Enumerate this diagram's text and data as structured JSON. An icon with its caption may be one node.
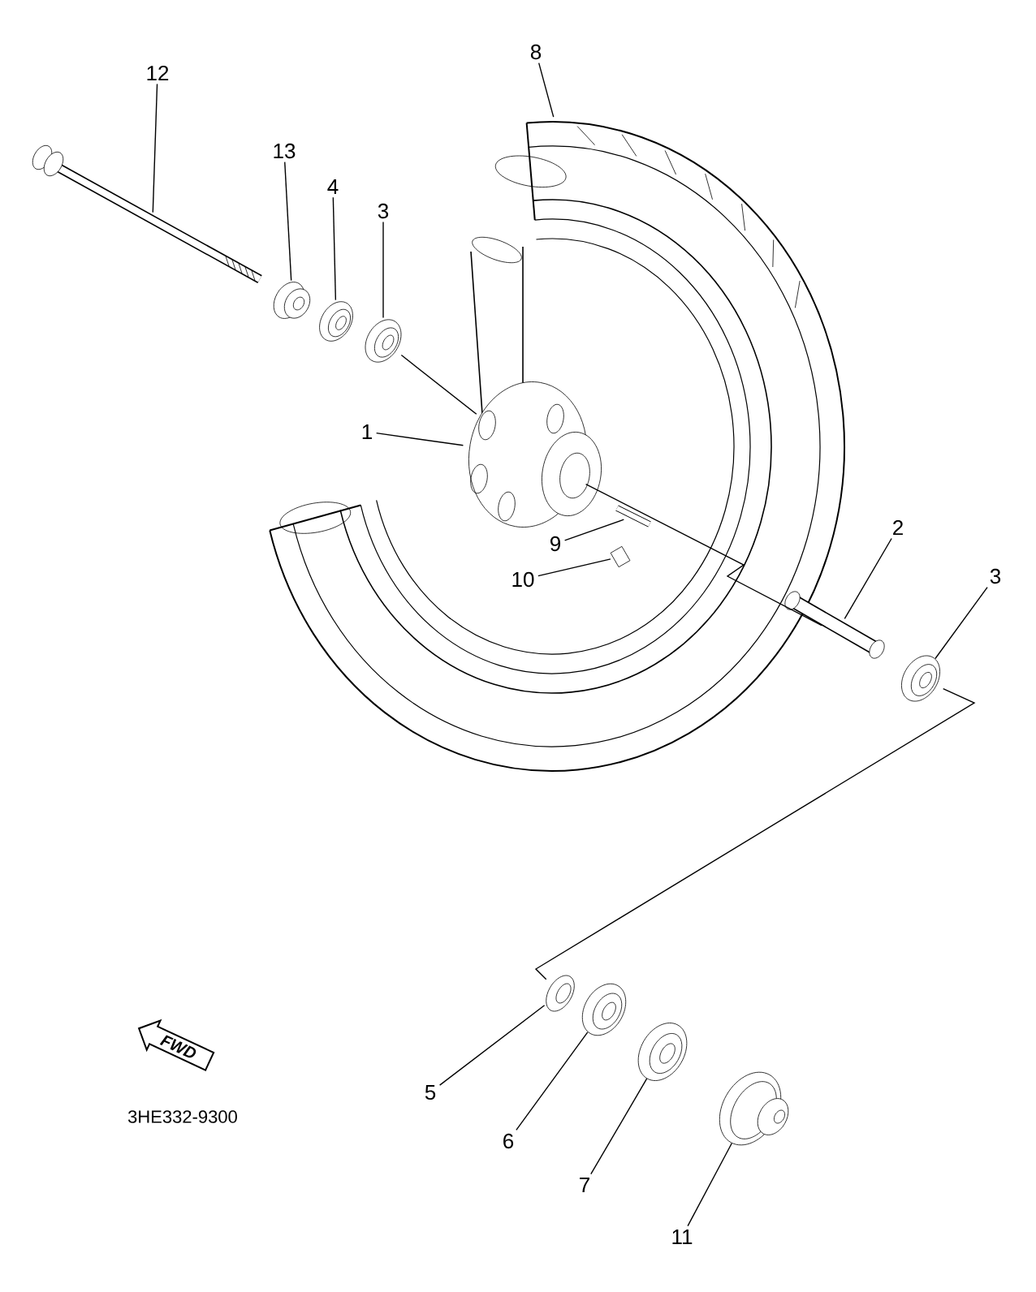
{
  "diagram": {
    "nodes": [
      {
        "text": [
          "12"
        ]
      },
      {
        "text": [
          "13"
        ]
      },
      {
        "text": [
          "4"
        ]
      },
      {
        "text": [
          "3"
        ]
      },
      {
        "text": [
          "8"
        ]
      },
      {
        "text": [
          "1"
        ]
      },
      {
        "text": [
          "9"
        ]
      },
      {
        "text": [
          "10"
        ]
      },
      {
        "text": [
          "2"
        ]
      },
      {
        "text": [
          "3"
        ]
      },
      {
        "text": [
          "5"
        ]
      },
      {
        "text": [
          "6"
        ]
      },
      {
        "text": [
          "7"
        ]
      },
      {
        "text": [
          "11"
        ]
      },
      {
        "text": [],
        "shape": "picture"
      },
      {
        "text": [],
        "shape": "picture"
      },
      {
        "text": [],
        "shape": "picture"
      },
      {
        "text": [],
        "shape": "picture"
      },
      {
        "text": [],
        "shape": "picture"
      },
      {
        "text": [],
        "shape": "picture"
      },
      {
        "text": [],
        "shape": "picture"
      },
      {
        "text": [],
        "shape": "picture"
      },
      {
        "text": [],
        "shape": "picture"
      },
      {
        "text": [],
        "shape": "picture"
      },
      {
        "text": [],
        "shape": "picture"
      },
      {
        "text": [],
        "shape": "picture"
      },
      {
        "text": [],
        "shape": "picture"
      },
      {
        "text": [],
        "shape": "picture"
      },
      {
        "text": [
          "FWD"
        ]
      }
    ],
    "edges": [
      {
        "from": 0,
        "to": 14,
        "arrow": "none"
      },
      {
        "from": 1,
        "to": 15,
        "arrow": "none"
      },
      {
        "from": 2,
        "to": 16,
        "arrow": "none"
      },
      {
        "from": 3,
        "to": 17,
        "arrow": "none"
      },
      {
        "from": 4,
        "to": 18,
        "arrow": "none"
      },
      {
        "from": 5,
        "to": 19,
        "arrow": "none"
      },
      {
        "from": 6,
        "to": 20,
        "arrow": "none"
      },
      {
        "from": 7,
        "to": 21,
        "arrow": "none"
      },
      {
        "from": 8,
        "to": 22,
        "arrow": "none"
      },
      {
        "from": 9,
        "to": 23,
        "arrow": "none"
      },
      {
        "from": 10,
        "to": 24,
        "arrow": "none"
      },
      {
        "from": 11,
        "to": 25,
        "arrow": "none"
      },
      {
        "from": 12,
        "to": 26,
        "arrow": "none"
      },
      {
        "from": 13,
        "to": 27,
        "arrow": "none"
      },
      {
        "from": 17,
        "to": 19,
        "arrow": "none"
      },
      {
        "from": 19,
        "to": 22,
        "arrow": "none"
      },
      {
        "from": 23,
        "to": 24,
        "arrow": "none"
      }
    ],
    "labels": [
      "3HE332-9300"
    ]
  }
}
